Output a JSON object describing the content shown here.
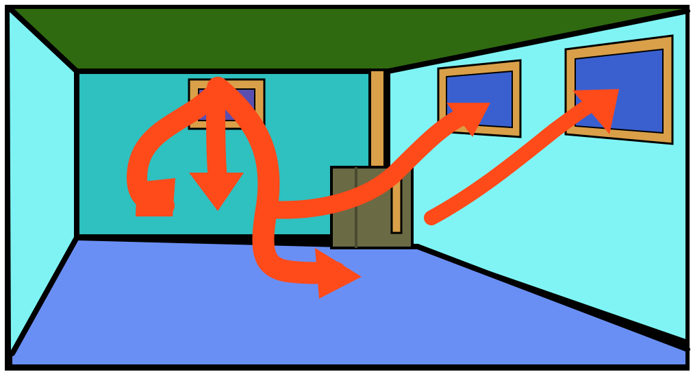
{
  "colors": {
    "ceiling": "#2f6a10",
    "left_wall": "#7ff3f3",
    "back_wall": "#2fc0c0",
    "right_wall": "#80f4f4",
    "floor": "#6a8ff4",
    "outline": "#000000",
    "frame": "#d9a049",
    "picture": "#3a60d0",
    "picture_small": "#5a4fb0",
    "cabinet": "#6a6a44",
    "cabinet_dark": "#4a4a30",
    "pillar": "#d9a049",
    "arrow": "#ff4a1a"
  },
  "scene": {
    "pictures": [
      {
        "name": "back-wall-picture"
      },
      {
        "name": "right-wall-picture-near"
      },
      {
        "name": "right-wall-picture-far"
      }
    ],
    "arrows": [
      {
        "name": "arrow-curl-left"
      },
      {
        "name": "arrow-down"
      },
      {
        "name": "arrow-to-floor"
      },
      {
        "name": "arrow-to-right-picture-near"
      },
      {
        "name": "arrow-to-right-picture-far"
      }
    ]
  }
}
